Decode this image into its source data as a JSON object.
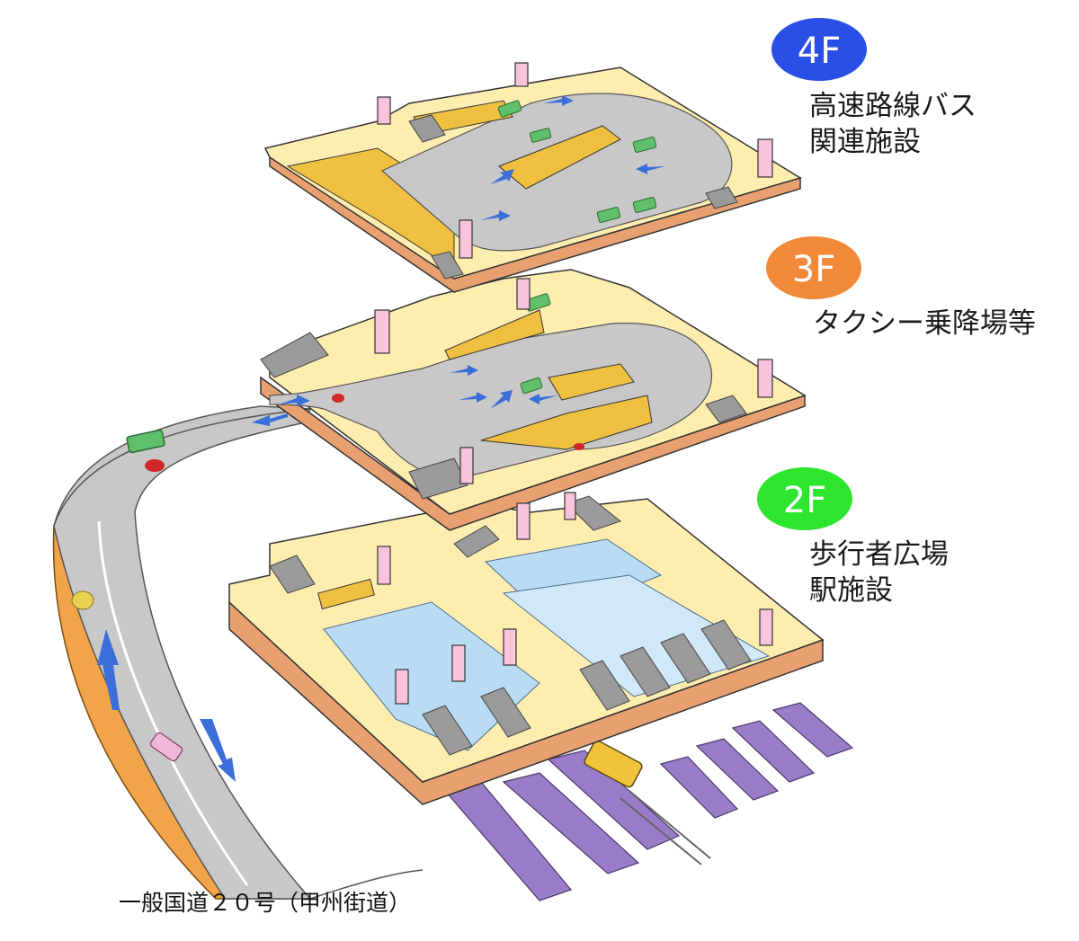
{
  "floors": [
    {
      "id": "4f",
      "badge": "4F",
      "badge_color": "#2a4fe6",
      "lines": [
        "高速路線バス",
        "関連施設"
      ]
    },
    {
      "id": "3f",
      "badge": "3F",
      "badge_color": "#f08a3a",
      "lines": [
        "タクシー乗降場等"
      ]
    },
    {
      "id": "2f",
      "badge": "2F",
      "badge_color": "#2ee52e",
      "lines": [
        "歩行者広場",
        "駅施設"
      ]
    }
  ],
  "road_label": "一般国道２０号（甲州街道）",
  "colors": {
    "slab_top": "#fdeeb0",
    "slab_side": "#e8a070",
    "roadway": "#c8c8c8",
    "yellow_area": "#f0c040",
    "concourse": "#b9dcf4",
    "platform": "#9a7cc8",
    "pillar": "#f7c4dc",
    "arrow": "#3a6ed8",
    "embankment": "#f2a44a"
  }
}
